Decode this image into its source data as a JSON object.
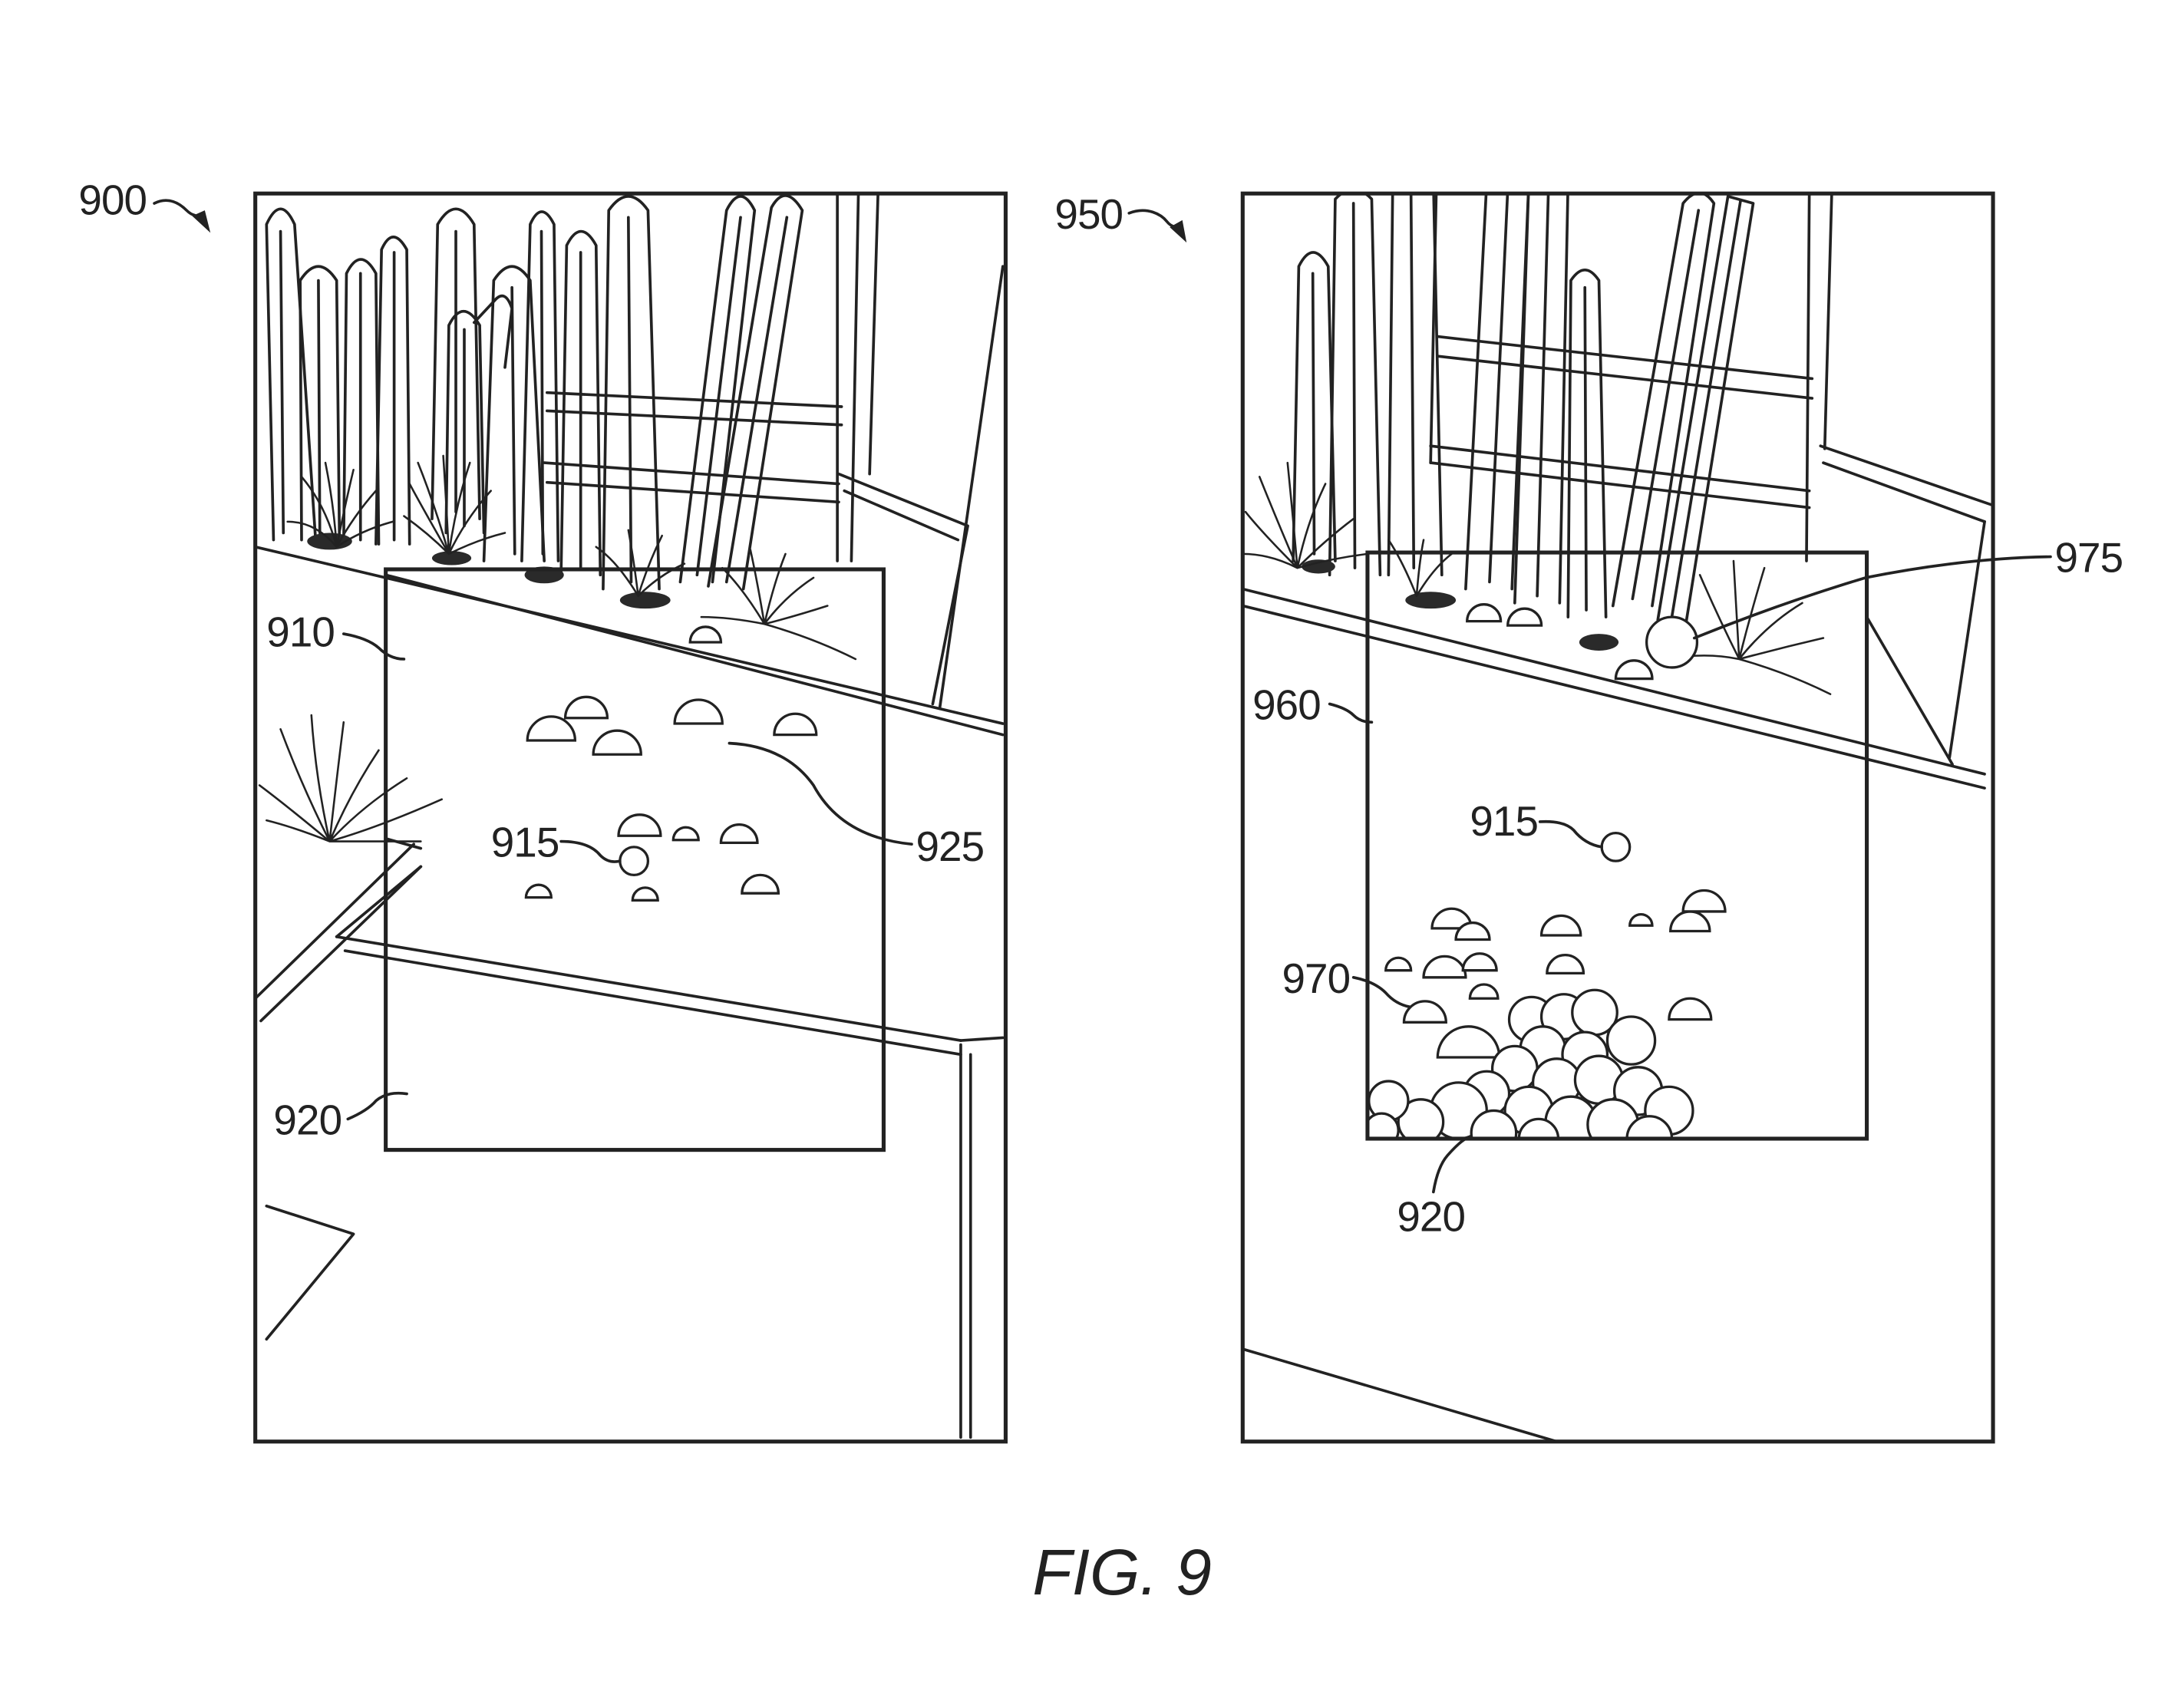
{
  "figure": {
    "caption": "FIG. 9",
    "left_panel": {
      "ref": "900",
      "box_ref": "910",
      "point_ref": "915",
      "rocks_ref": "925",
      "ground_ref": "920"
    },
    "right_panel": {
      "ref": "950",
      "box_ref": "960",
      "point_ref": "915",
      "rocks_ref": "970",
      "edge_ref": "975",
      "ground_ref": "920"
    }
  },
  "colors": {
    "ink": "#222222",
    "background": "#ffffff"
  }
}
